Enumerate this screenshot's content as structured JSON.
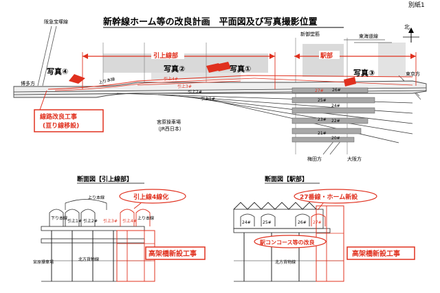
{
  "doc_id": "別紙1",
  "title": "新幹線ホーム等の改良計画　平面図及び写真撮影位置",
  "plan": {
    "labels": {
      "hankyu": "阪急宝塚線",
      "shinmido": "新御堂筋",
      "tokaido": "東海道線",
      "north": "北",
      "hikiage_zone": "引上線部",
      "eki_zone": "駅部",
      "photo1": "写真①",
      "photo2": "写真②",
      "photo3": "写真③",
      "photo4": "写真④",
      "hakata": "博多方",
      "tokyo": "東京方",
      "umeda": "梅田方",
      "osakajo": "大阪方",
      "yard": "宮原操車場",
      "yard_sub": "（JR西日本）",
      "construction1": "線路改良工事",
      "construction2": "(亘り線移設)"
    },
    "tracks": {
      "kami_honsen": "上り本線",
      "hikiage4": "引上4#",
      "hikiage3": "引上3#",
      "hikiage2": "引上2#",
      "hikiage1": "引上1#",
      "t27": "27#",
      "t26": "26#",
      "t25": "25#",
      "t24": "24#",
      "t23": "23#",
      "t22": "22#",
      "t21": "21#",
      "t20": "20#"
    }
  },
  "section_left": {
    "title": "断面図【引上線部】",
    "callout": "引上線4線化",
    "box": "高架橋新設工事",
    "kami": "上り本線",
    "shimo": "下り本線",
    "h1": "引上1#",
    "h2": "引上2#",
    "h3": "引上3#",
    "h4": "引上4#",
    "kami2": "上り本線",
    "kita": "北方貨物線",
    "yard": "宮原操車場"
  },
  "section_right": {
    "title": "断面図【駅部】",
    "callout1": "27番線・ホーム新設",
    "callout2": "駅コンコース等の改良",
    "box": "高架橋新設工事",
    "t24": "24#",
    "t25": "25#",
    "t26": "26#",
    "t27": "27#",
    "kita": "北方貨物線"
  }
}
